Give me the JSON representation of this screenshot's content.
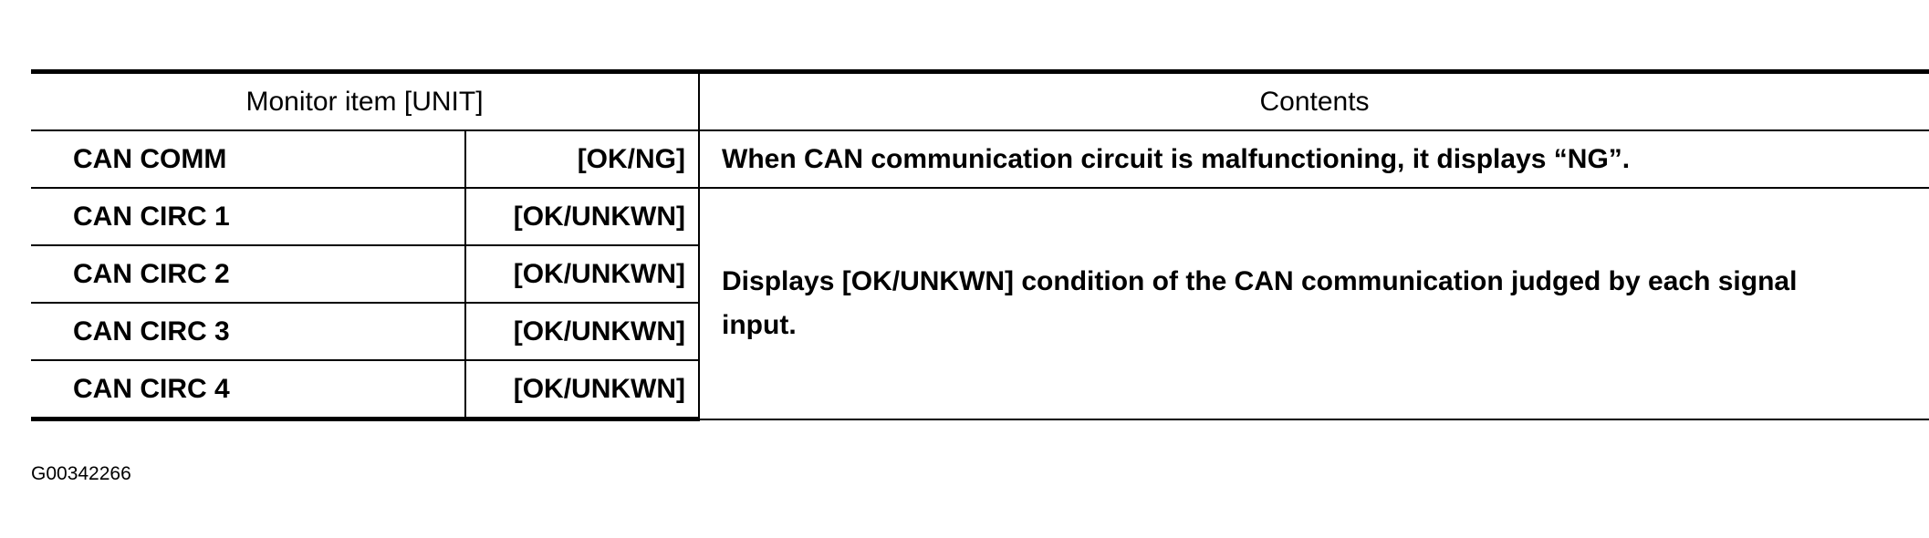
{
  "table": {
    "headers": {
      "monitor_item": "Monitor item [UNIT]",
      "contents": "Contents"
    },
    "rows": [
      {
        "item": "CAN COMM",
        "unit": "[OK/NG]",
        "contents": "When CAN communication circuit is malfunctioning, it displays “NG”."
      },
      {
        "item": "CAN CIRC 1",
        "unit": "[OK/UNKWN]"
      },
      {
        "item": "CAN CIRC 2",
        "unit": "[OK/UNKWN]"
      },
      {
        "item": "CAN CIRC 3",
        "unit": "[OK/UNKWN]"
      },
      {
        "item": "CAN CIRC 4",
        "unit": "[OK/UNKWN]"
      }
    ],
    "merged_contents": "Displays [OK/UNKWN] condition of the CAN communication judged by each signal input."
  },
  "figure_code": "G00342266"
}
